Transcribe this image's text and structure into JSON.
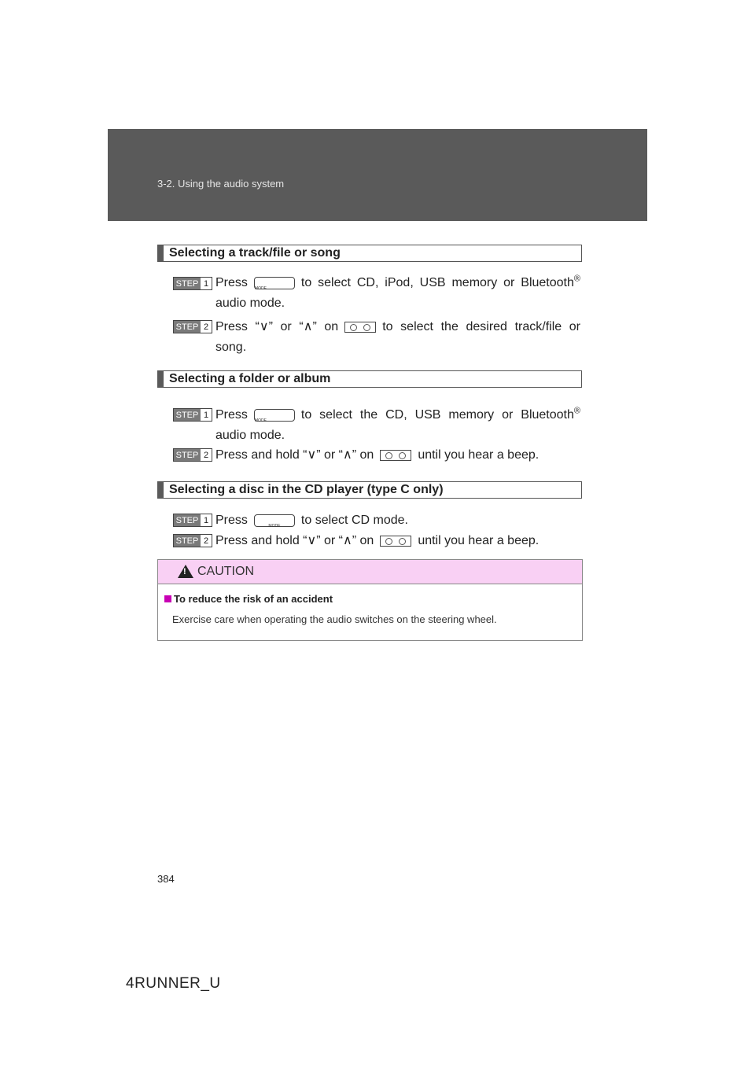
{
  "header": {
    "chapter": "3-2. Using the audio system"
  },
  "sections": [
    {
      "title": "Selecting a track/file or song",
      "steps": [
        {
          "label": "STEP",
          "num": "1",
          "pre": "Press",
          "post": "to select CD, iPod, USB memory or Bluetooth",
          "reg": "®",
          "line2": "audio mode."
        },
        {
          "label": "STEP",
          "num": "2",
          "pre": "Press “",
          "down": "∨",
          "mid": "” or “",
          "up": "∧",
          "mid2": "” on",
          "post": "to select the desired track/file or",
          "line2": "song."
        }
      ]
    },
    {
      "title": "Selecting a folder or album",
      "steps": [
        {
          "label": "STEP",
          "num": "1",
          "pre": "Press",
          "post": "to select the CD, USB memory or Bluetooth",
          "reg": "®",
          "line2": "audio mode."
        },
        {
          "label": "STEP",
          "num": "2",
          "pre": "Press and hold “",
          "down": "∨",
          "mid": "” or “",
          "up": "∧",
          "mid2": "” on",
          "post": "until you hear a beep."
        }
      ]
    },
    {
      "title": "Selecting a disc in the CD player (type C only)",
      "steps": [
        {
          "label": "STEP",
          "num": "1",
          "pre": "Press",
          "post": "to select CD mode."
        },
        {
          "label": "STEP",
          "num": "2",
          "pre": "Press and hold “",
          "down": "∨",
          "mid": "” or “",
          "up": "∧",
          "mid2": "” on",
          "post": "until you hear a beep."
        }
      ]
    }
  ],
  "caution": {
    "label": "CAUTION",
    "item_title": "To reduce the risk of an accident",
    "item_body": "Exercise care when operating the audio switches on the steering wheel."
  },
  "page_number": "384",
  "footer_code": "4RUNNER_U"
}
